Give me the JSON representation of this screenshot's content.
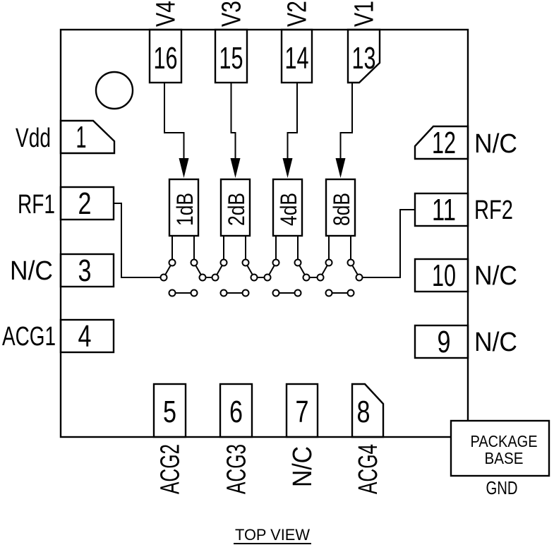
{
  "figure": {
    "title": "TOP VIEW"
  },
  "package_base": {
    "line1": "PACKAGE",
    "line2": "BASE",
    "ground": "GND"
  },
  "pins": {
    "top": [
      {
        "number": "16",
        "label": "V4"
      },
      {
        "number": "15",
        "label": "V3"
      },
      {
        "number": "14",
        "label": "V2"
      },
      {
        "number": "13",
        "label": "V1"
      }
    ],
    "left": [
      {
        "number": "1",
        "label": "Vdd"
      },
      {
        "number": "2",
        "label": "RF1"
      },
      {
        "number": "3",
        "label": "N/C"
      },
      {
        "number": "4",
        "label": "ACG1"
      }
    ],
    "right": [
      {
        "number": "12",
        "label": "N/C"
      },
      {
        "number": "11",
        "label": "RF2"
      },
      {
        "number": "10",
        "label": "N/C"
      },
      {
        "number": "9",
        "label": "N/C"
      }
    ],
    "bottom": [
      {
        "number": "5",
        "label": "ACG2"
      },
      {
        "number": "6",
        "label": "ACG3"
      },
      {
        "number": "7",
        "label": "N/C"
      },
      {
        "number": "8",
        "label": "ACG4"
      }
    ]
  },
  "attenuators": [
    {
      "label": "1dB"
    },
    {
      "label": "2dB"
    },
    {
      "label": "4dB"
    },
    {
      "label": "8dB"
    }
  ],
  "colors": {
    "line": "#000000",
    "background": "#ffffff"
  }
}
